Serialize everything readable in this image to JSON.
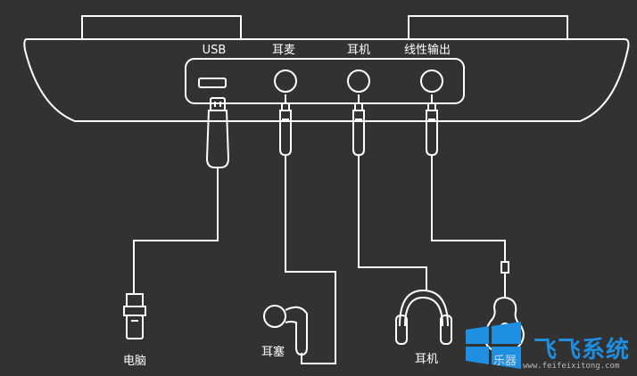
{
  "ports": {
    "usb": "USB",
    "mic": "耳麦",
    "headphone": "耳机",
    "line_out": "线性输出"
  },
  "devices": {
    "computer": "电脑",
    "earphone": "耳塞",
    "headphones": "耳机",
    "instrument": "乐器"
  },
  "watermark": {
    "title": "飞飞系统",
    "url": "www.feifeixitong.com"
  },
  "colors": {
    "background": "#323232",
    "line": "#ffffff",
    "watermark_blue": "#1e8fe1"
  }
}
